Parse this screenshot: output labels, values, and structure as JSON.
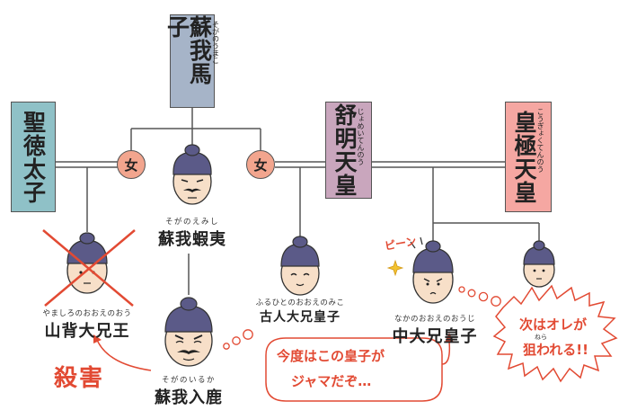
{
  "colors": {
    "soga_umako_box": "#a6b4c8",
    "shotoku_box": "#8fc1c7",
    "jomei_box": "#c9a6bd",
    "kogyoku_box": "#f5a7a2",
    "wife_circle": "#f2a58e",
    "accent_red": "#e24a33",
    "line": "#555555",
    "hair": "#5b5a88",
    "skin": "#f7dfc8"
  },
  "boxes": {
    "soga_umako": {
      "name": "蘇我馬子",
      "ruby": "そがのうまこ"
    },
    "shotoku": {
      "name": "聖徳太子"
    },
    "jomei": {
      "name": "舒明天皇",
      "ruby": "じょめいてんのう"
    },
    "kogyoku": {
      "name": "皇極天皇",
      "ruby": "こうぎょくてんのう"
    }
  },
  "wives": {
    "left": "女",
    "right": "女"
  },
  "people": {
    "emishi": {
      "ruby": "そがのえみし",
      "name": "蘇我蝦夷"
    },
    "iruka": {
      "ruby": "そがのいるか",
      "name": "蘇我入鹿"
    },
    "yamashiro": {
      "ruby": "やましろのおおえのおう",
      "name": "山背大兄王"
    },
    "furuhito": {
      "ruby": "ふるひとのおおえのみこ",
      "name": "古人大兄皇子"
    },
    "nakano": {
      "ruby": "なかのおおえのおうじ",
      "name": "中大兄皇子"
    }
  },
  "annotations": {
    "murder": "殺害",
    "iruka_speech_line1": "今度はこの皇子が",
    "iruka_speech_line2": "ジャマだぞ…",
    "nakano_speech_line1": "次はオレが",
    "nakano_speech_line2_ruby": "ねら",
    "nakano_speech_line2": "狙われる!!",
    "pin": "ピーン"
  }
}
